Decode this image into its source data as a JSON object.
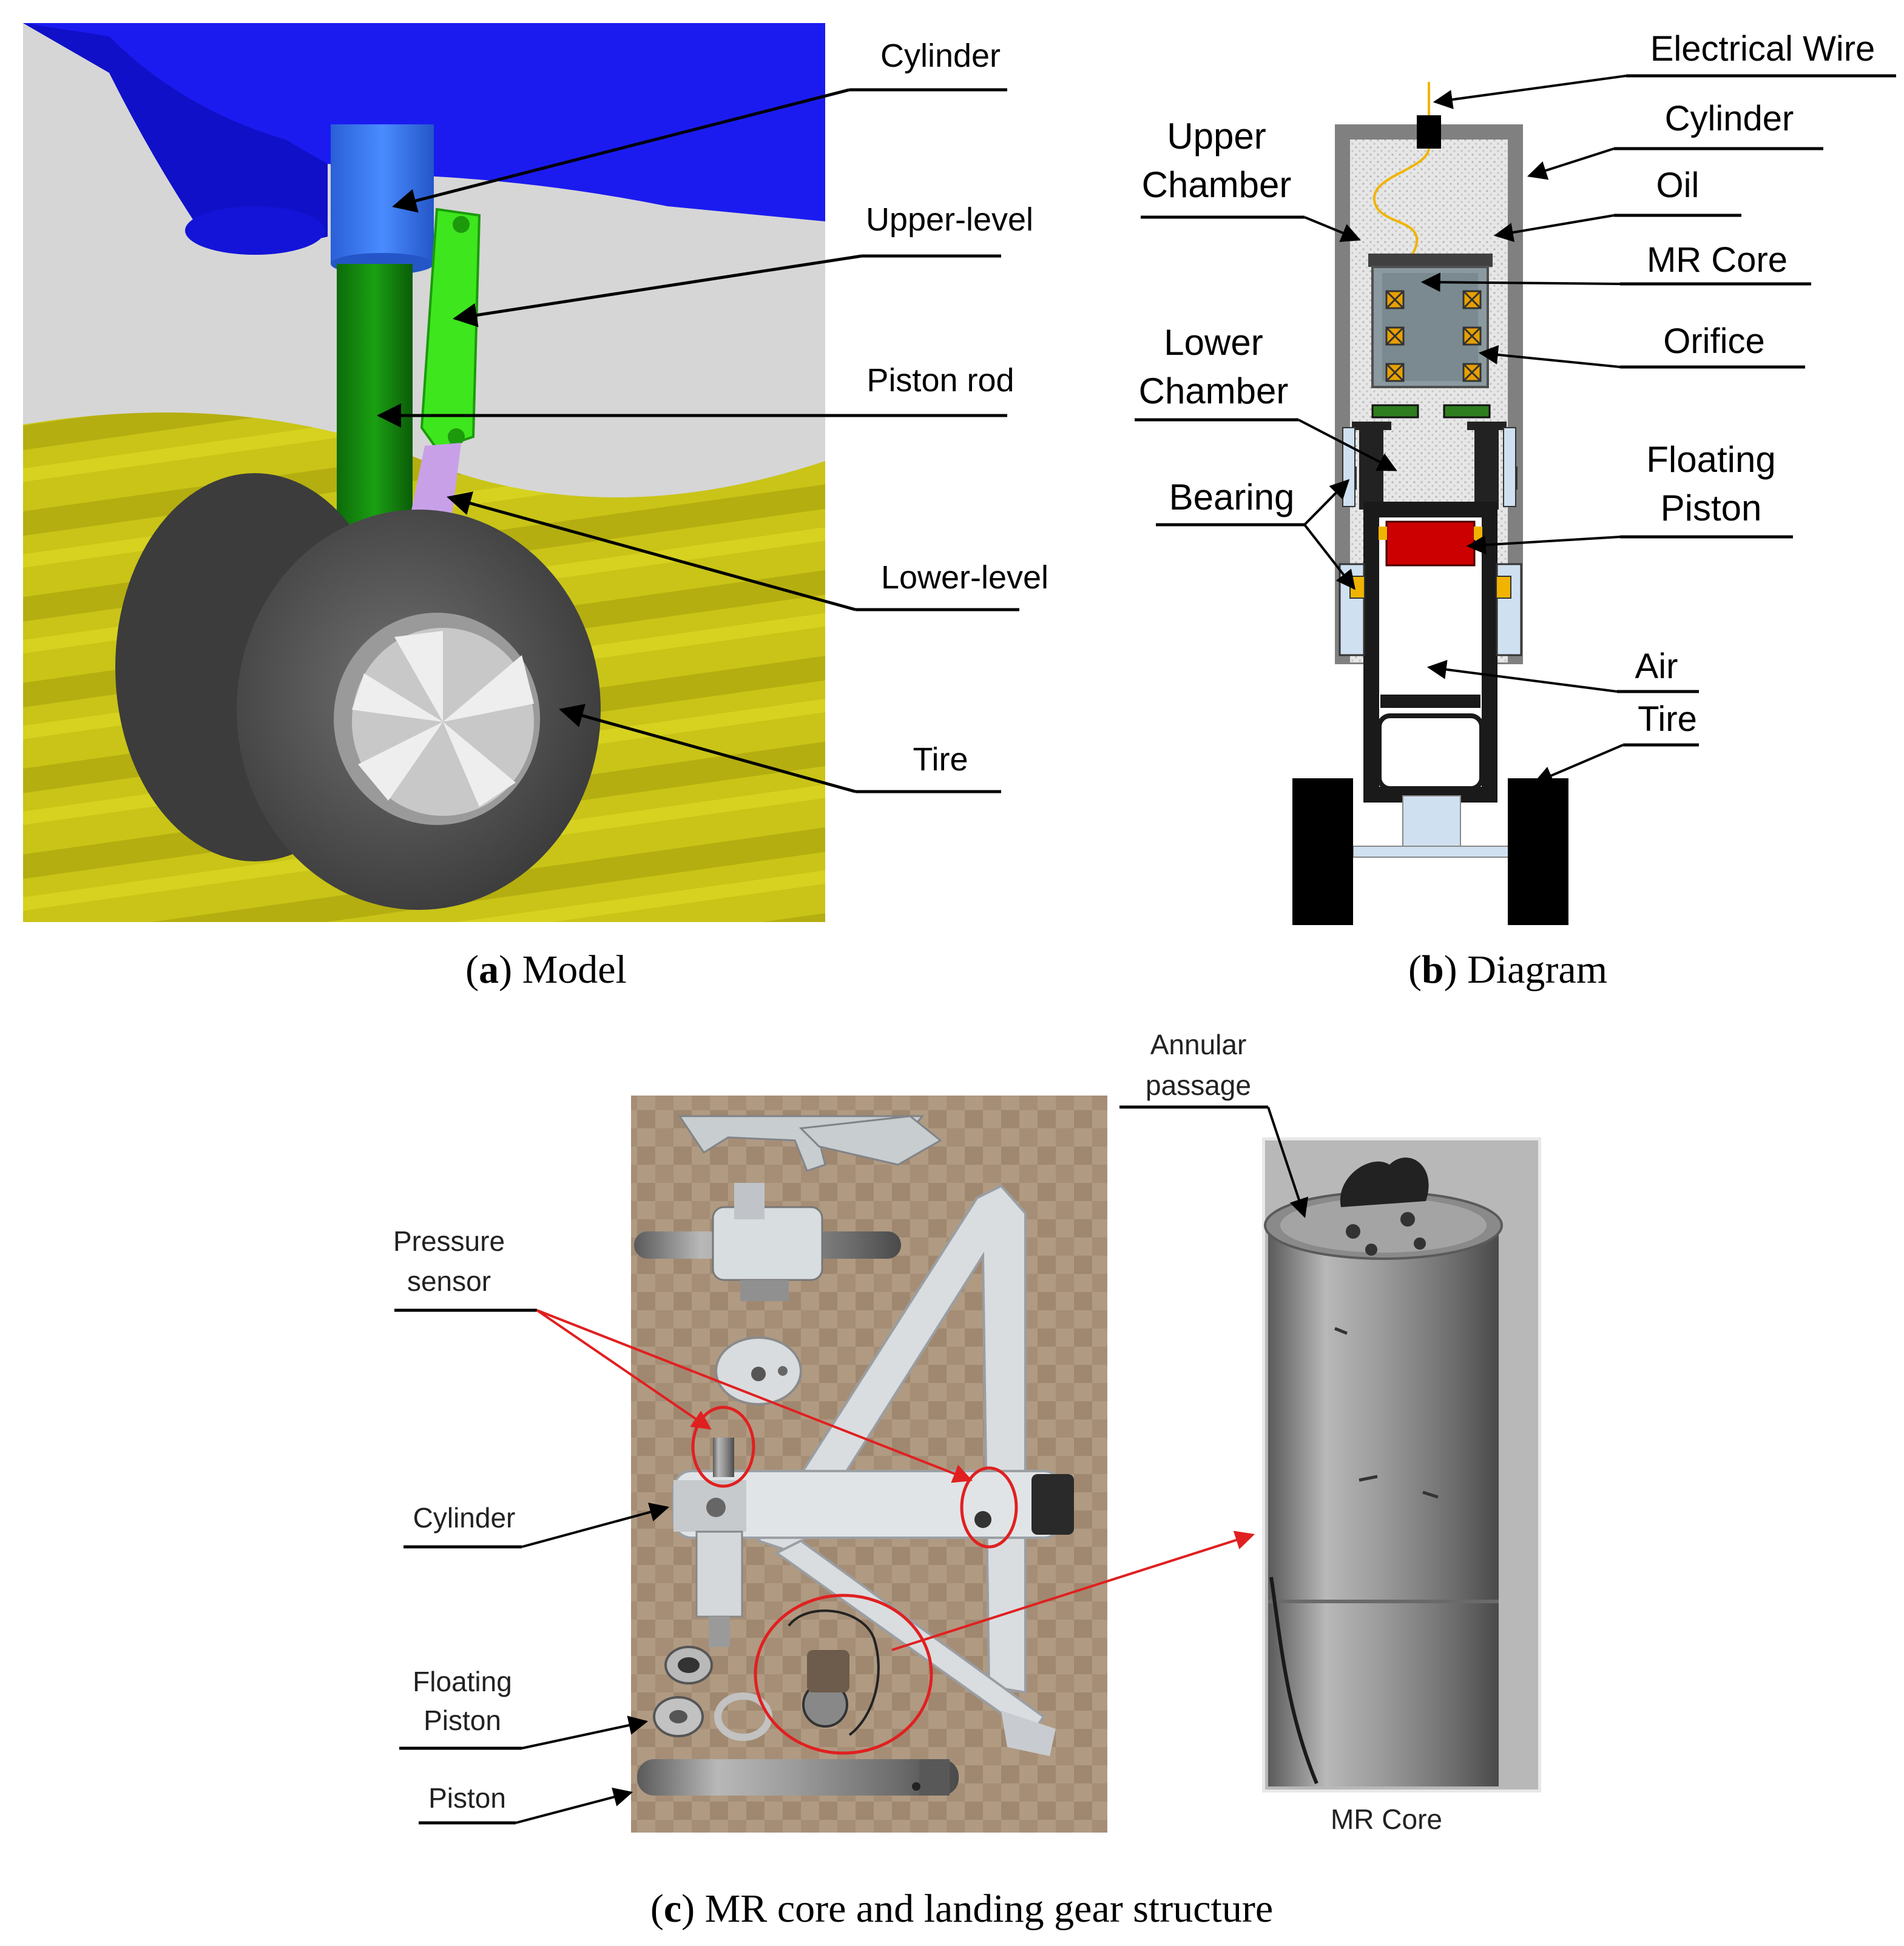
{
  "panel_a": {
    "labels": {
      "cylinder": "Cylinder",
      "upper_level": "Upper-level",
      "piston_rod": "Piston rod",
      "lower_level": "Lower-level",
      "tire": "Tire"
    },
    "caption_letter": "a",
    "caption_text": "Model",
    "colors": {
      "fuselage": "#1a1aff",
      "cylinder": "#2f6cf0",
      "piston_rod": "#14800f",
      "upper_link": "#3ee61e",
      "lower_link": "#c8a0e8",
      "ground": "#c8c412",
      "sky": "#d4d4d4",
      "tire": "#4a4a4a"
    }
  },
  "panel_b": {
    "labels": {
      "electrical_wire": "Electrical Wire",
      "cylinder": "Cylinder",
      "upper": "Upper",
      "chamber_u": "Chamber",
      "oil": "Oil",
      "mr_core": "MR Core",
      "lower": "Lower",
      "chamber_l": "Chamber",
      "orifice": "Orifice",
      "floating": "Floating",
      "piston": "Piston",
      "bearing": "Bearing",
      "air": "Air",
      "tire": "Tire"
    },
    "caption_letter": "b",
    "caption_text": "Diagram",
    "colors": {
      "wire": "#f0b400",
      "floating_piston": "#cc0000",
      "orifice_seal": "#2e7d1e",
      "coil": "#e8a000",
      "bearing": "#f0b400"
    }
  },
  "panel_c": {
    "labels": {
      "annular_1": "Annular",
      "annular_2": "passage",
      "pressure_1": "Pressure",
      "pressure_2": "sensor",
      "cylinder": "Cylinder",
      "floating_1": "Floating",
      "floating_2": "Piston",
      "piston": "Piston",
      "mr_core": "MR Core"
    },
    "caption_letter": "c",
    "caption_text": "MR core and landing gear structure",
    "colors": {
      "highlight": "#e02020",
      "board": "#b09a82"
    }
  }
}
